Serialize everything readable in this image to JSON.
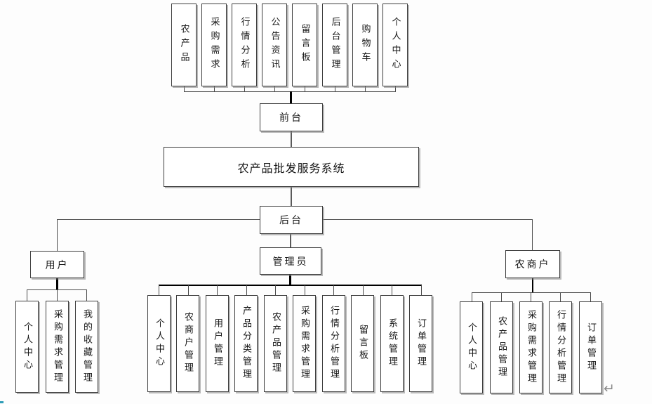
{
  "diagram": {
    "system": "农产品批发服务系统",
    "front": "前台",
    "back": "后台",
    "roles": {
      "user": "用户",
      "admin": "管理员",
      "merchant": "农商户"
    },
    "front_modules": [
      "农产品",
      "采购需求",
      "行情分析",
      "公告资讯",
      "留言板",
      "后台管理",
      "购物车",
      "个人中心"
    ],
    "user_modules": [
      "个人中心",
      "采购需求管理",
      "我的收藏管理"
    ],
    "admin_modules": [
      "个人中心",
      "农商户管理",
      "用户管理",
      "产品分类管理",
      "农产品管理",
      "采购需求管理",
      "行情分析管理",
      "留言板",
      "系统管理",
      "订单管理"
    ],
    "merchant_modules": [
      "个人中心",
      "农产品管理",
      "采购需求管理",
      "行情分析管理",
      "订单管理"
    ],
    "return_mark": "↵"
  }
}
